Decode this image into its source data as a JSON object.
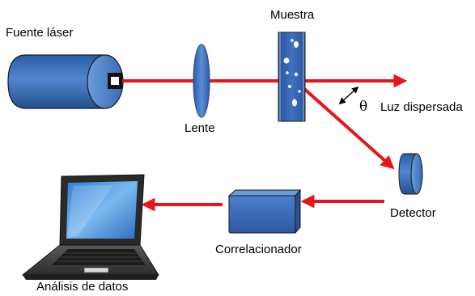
{
  "labels": {
    "laser_source": "Fuente láser",
    "sample": "Muestra",
    "lens": "Lente",
    "scattered_light": "Luz dispersada",
    "angle": "θ",
    "detector": "Detector",
    "correlator": "Correlacionador",
    "data_analysis": "Análisis de datos"
  },
  "colors": {
    "beam": "#e8141b",
    "optic_blue": "#3a68b5",
    "optic_stroke": "#2a4f8c",
    "outline": "#1a1a1a"
  }
}
